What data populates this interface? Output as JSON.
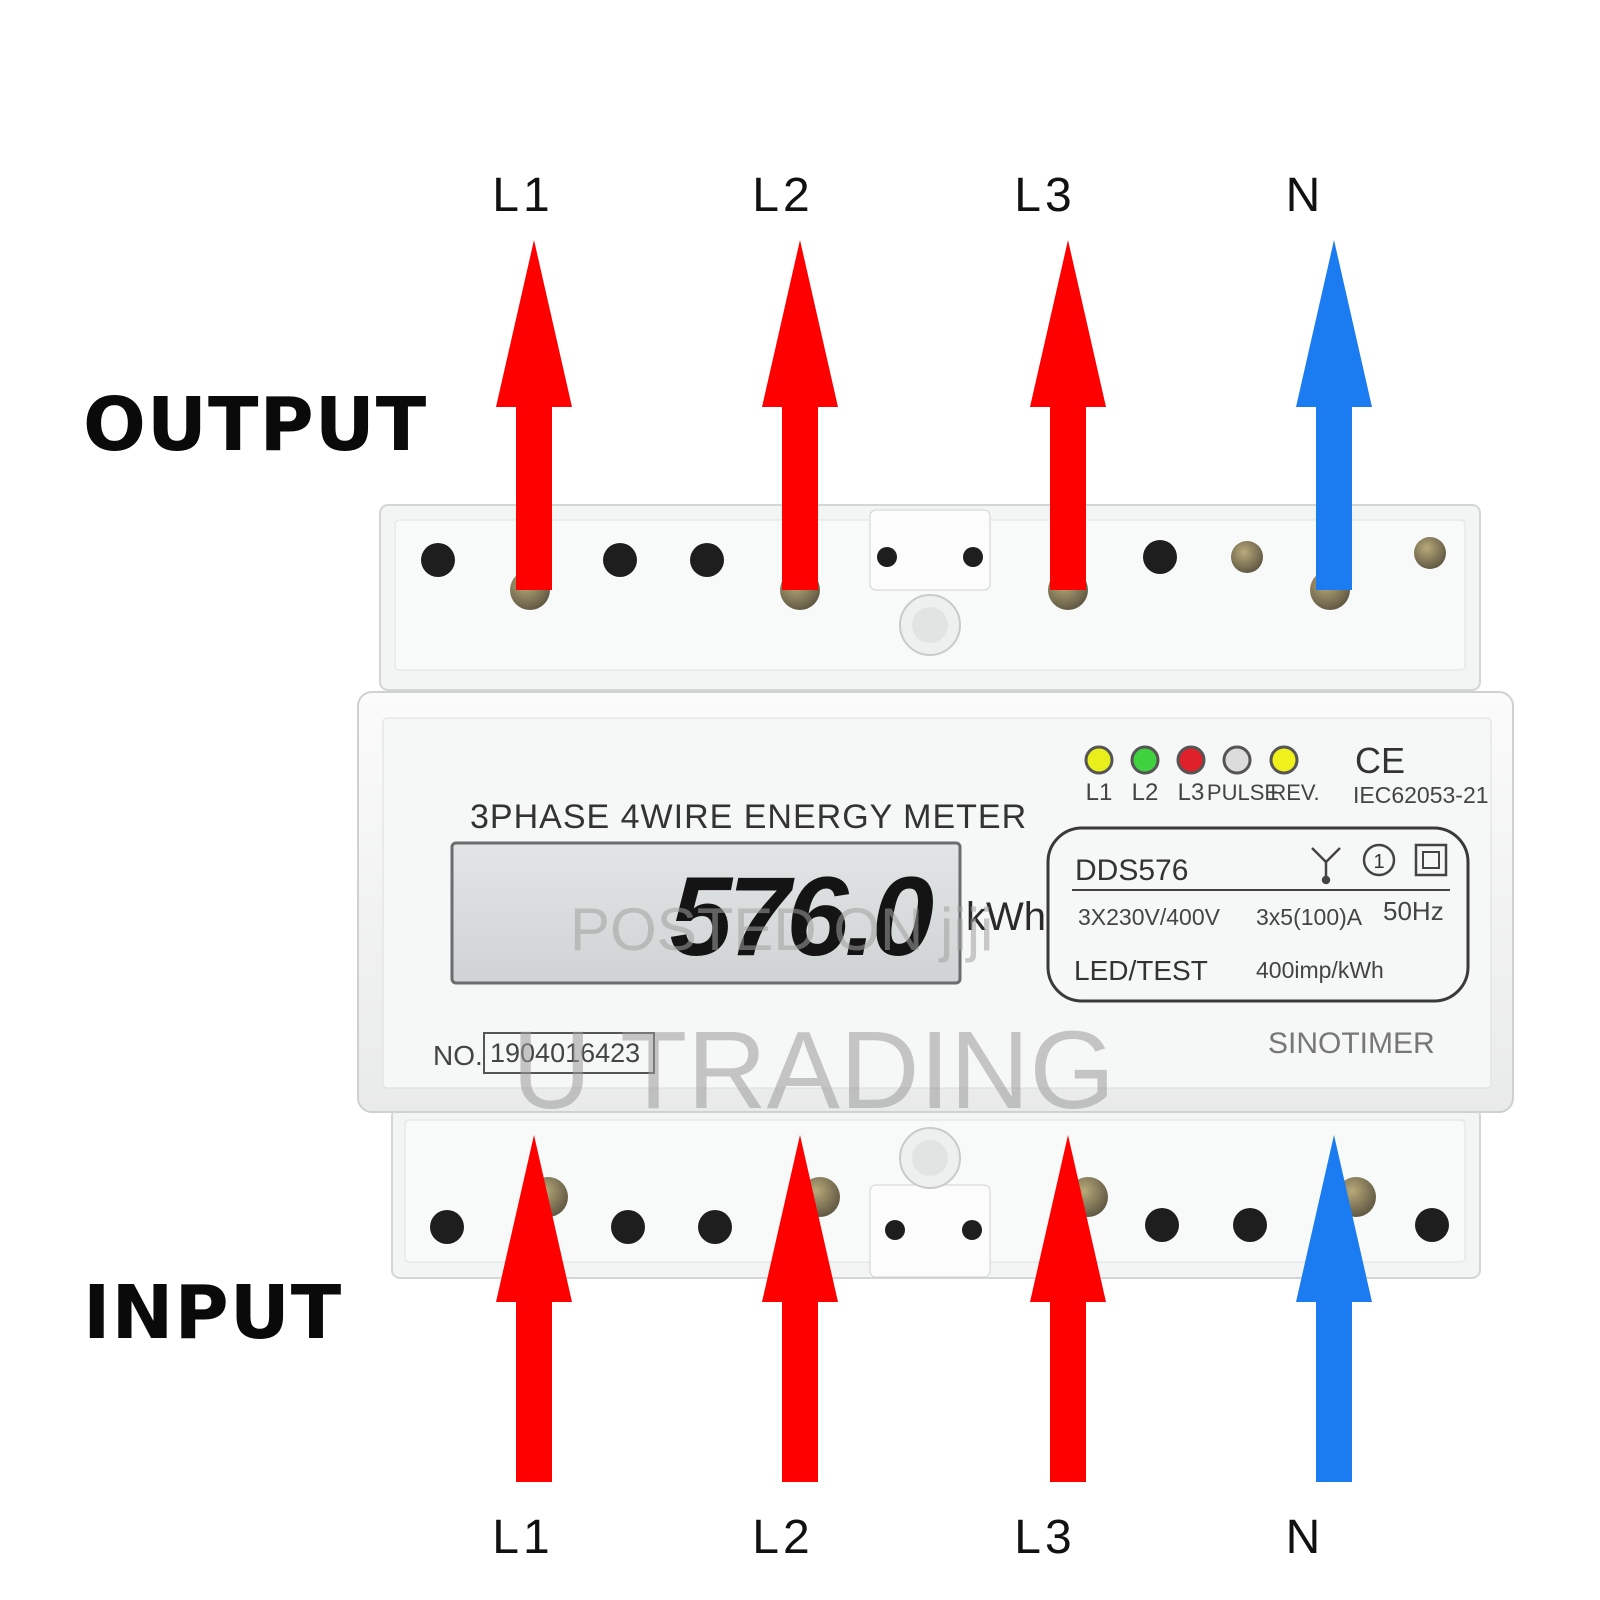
{
  "labels": {
    "output": "OUTPUT",
    "input": "INPUT"
  },
  "terminals_top": [
    "L1",
    "L2",
    "L3",
    "N"
  ],
  "terminals_bottom": [
    "L1",
    "L2",
    "L3",
    "N"
  ],
  "colors": {
    "phase_arrow": "#ff0000",
    "neutral_arrow": "#1a7cf0",
    "meter_body": "#f4f5f5",
    "lcd": "#d9dcdc"
  },
  "meter": {
    "title": "3PHASE 4WIRE ENERGY METER",
    "reading": "576.0",
    "unit": "kWh",
    "serial_prefix": "NO.",
    "serial": "1904016423",
    "brand": "SINOTIMER",
    "ce_mark": "CE",
    "standard": "IEC62053-21",
    "indicators": [
      {
        "label": "L1",
        "color": "#e8ef1a"
      },
      {
        "label": "L2",
        "color": "#3fd23f"
      },
      {
        "label": "L3",
        "color": "#e0202a"
      },
      {
        "label": "PULSE",
        "color": "#dcdcdc"
      },
      {
        "label": "REV.",
        "color": "#f0f01a"
      }
    ],
    "spec": {
      "model": "DDS576",
      "circle_symbol": "1",
      "voltage": "3X230V/400V",
      "current": "3x5(100)A",
      "frequency": "50Hz",
      "led": "LED/TEST",
      "constant": "400imp/kWh"
    }
  },
  "watermarks": {
    "posted": "POSTED ON jiji",
    "trading": "U TRADING"
  }
}
